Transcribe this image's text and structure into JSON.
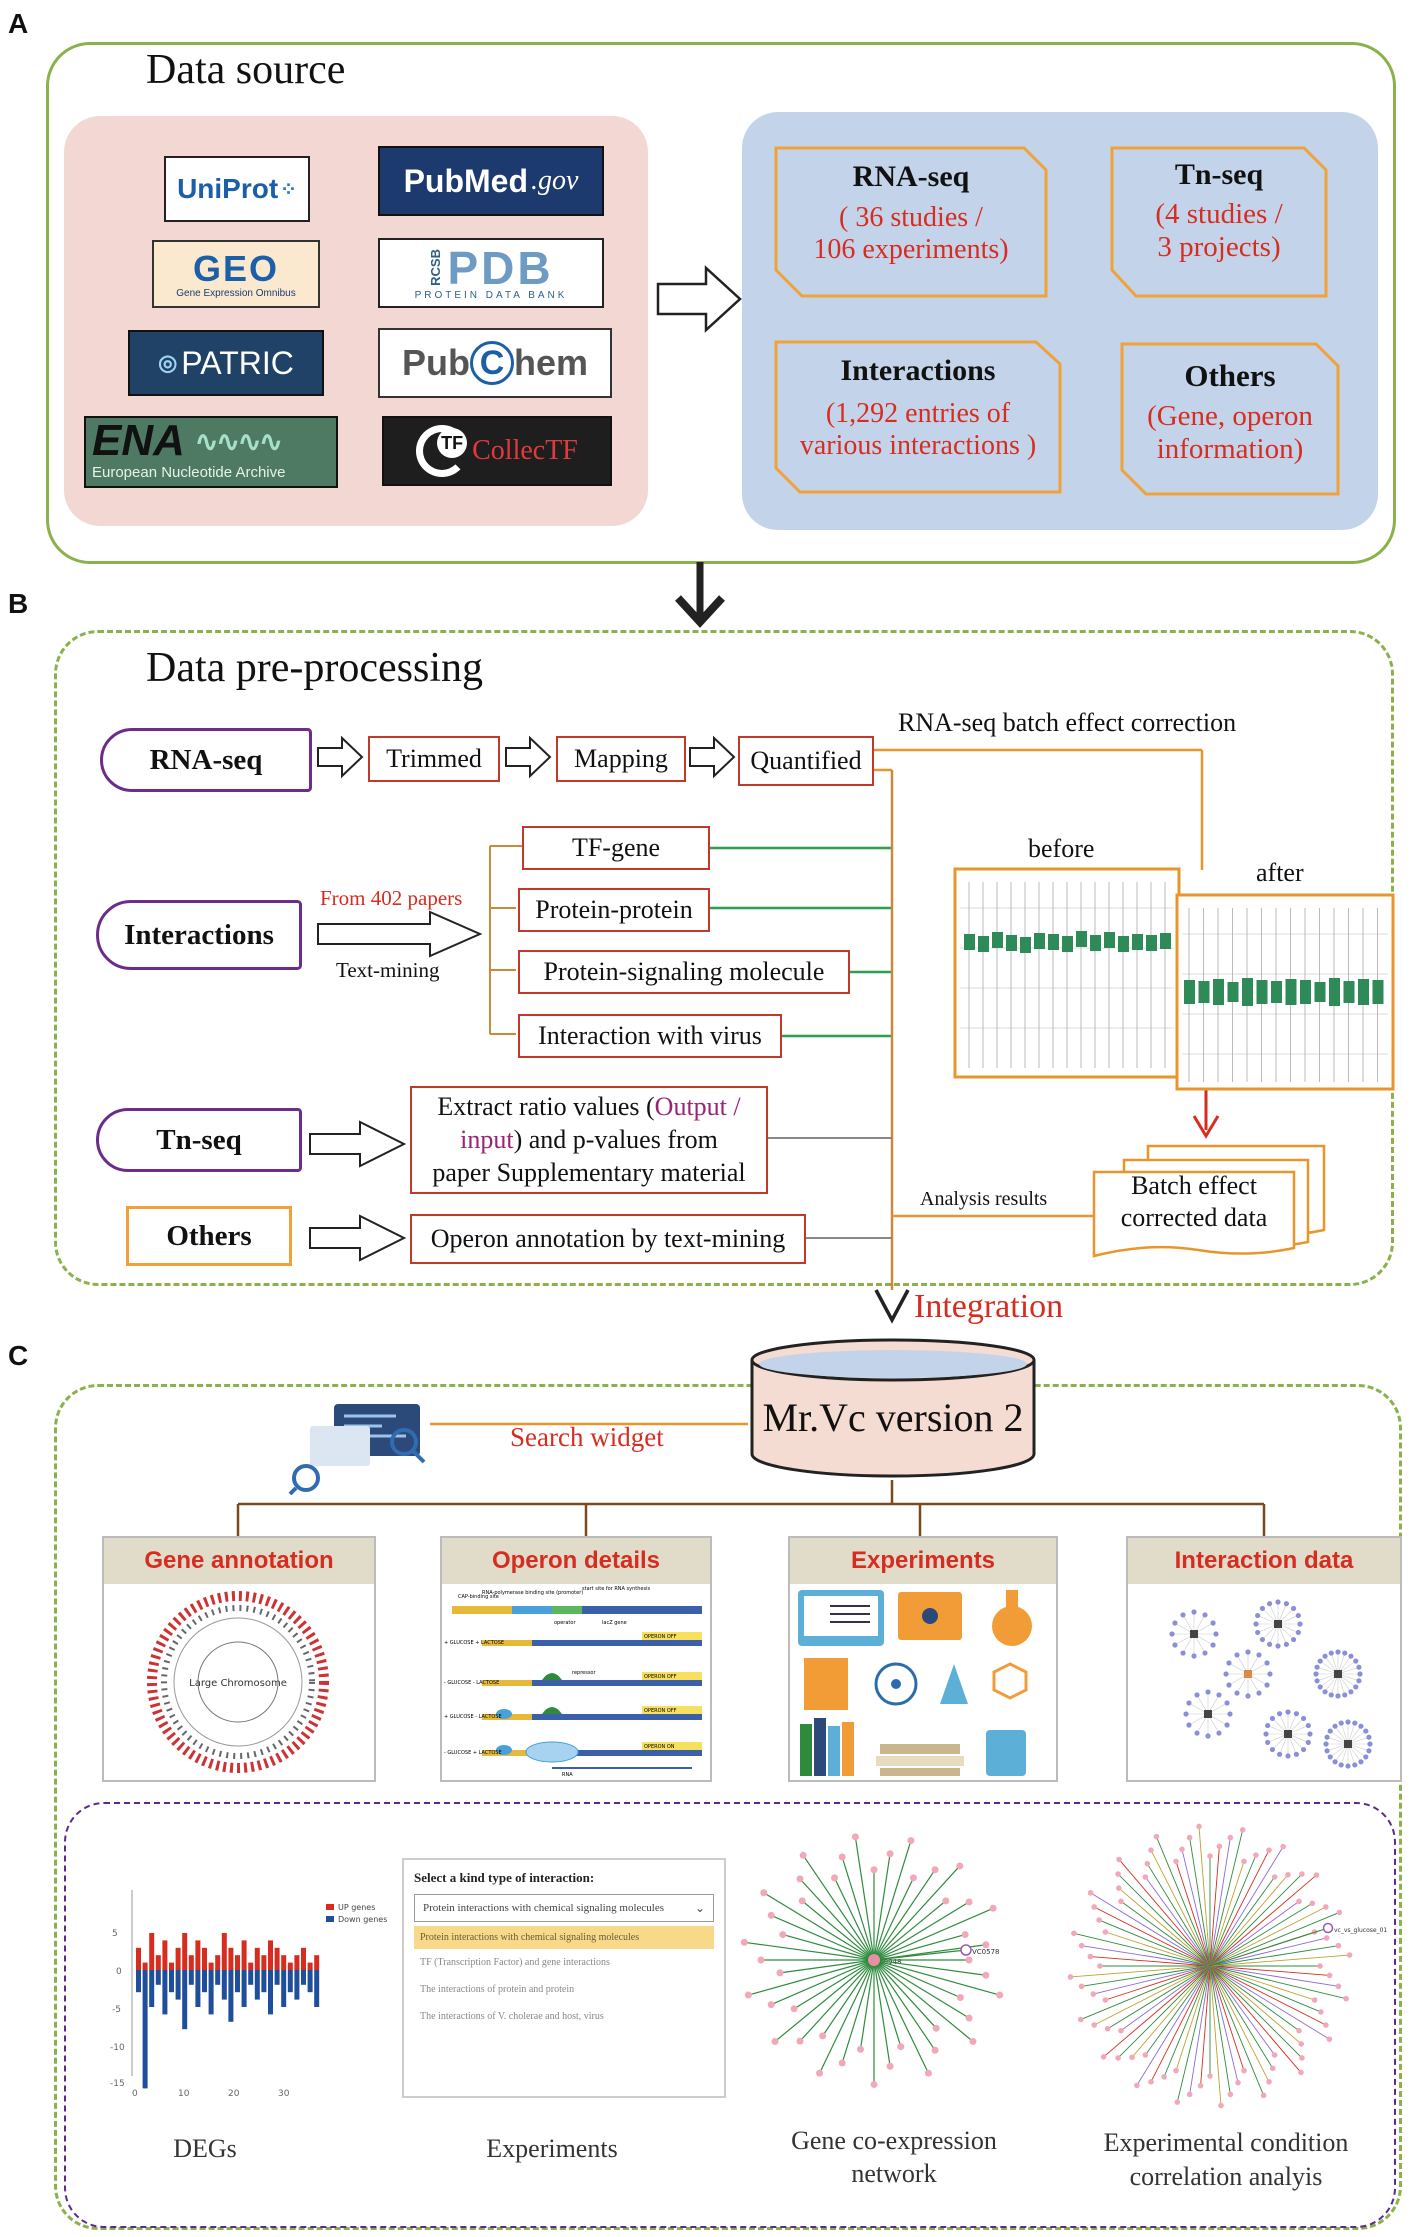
{
  "panels": {
    "a": "A",
    "b": "B",
    "c": "C"
  },
  "panel_a": {
    "title": "Data source",
    "logos": {
      "uniprot": "UniProt",
      "pubmed_a": "Pub",
      "pubmed_b": "Med",
      "pubmed_c": ".gov",
      "geo": "GEO",
      "geo_sub": "Gene Expression Omnibus",
      "rcsb": "RCSB",
      "pdb": "PDB",
      "pdb_sub": "PROTEIN DATA BANK",
      "patric": "PATRIC",
      "pubchem_a": "Pub",
      "pubchem_b": "C",
      "pubchem_c": "hem",
      "ena": "ENA",
      "ena_sub": "European Nucleotide Archive",
      "tf": "TF",
      "collectf": "CollecTF"
    },
    "rnaseq": {
      "title": "RNA-seq",
      "line1": "( 36 studies /",
      "line2": "106 experiments)"
    },
    "tnseq": {
      "title": "Tn-seq",
      "line1": "(4 studies /",
      "line2": "3 projects)"
    },
    "interactions": {
      "title": "Interactions",
      "line1": "(1,292 entries of",
      "line2": "various interactions )"
    },
    "others": {
      "title": "Others",
      "line1": "(Gene, operon",
      "line2": "information)"
    }
  },
  "panel_b": {
    "title": "Data pre-processing",
    "rnaseq": "RNA-seq",
    "trimmed": "Trimmed",
    "mapping": "Mapping",
    "quantified": "Quantified",
    "batch_label": "RNA-seq batch effect correction",
    "interactions": "Interactions",
    "from_papers": "From 402 papers",
    "text_mining": "Text-mining",
    "tf_gene": "TF-gene",
    "protein_protein": "Protein-protein",
    "protein_signaling": "Protein-signaling molecule",
    "interaction_virus": "Interaction with virus",
    "before": "before",
    "after": "after",
    "tnseq": "Tn-seq",
    "extract_1": "Extract ratio values (",
    "extract_output": "Output /",
    "extract_input": "input",
    "extract_2": ") and p-values from",
    "extract_3": "paper Supplementary material",
    "others": "Others",
    "operon": "Operon annotation by text-mining",
    "analysis_results": "Analysis results",
    "batch_corrected_1": "Batch effect",
    "batch_corrected_2": "corrected data",
    "integration": "Integration"
  },
  "panel_c": {
    "database": "Mr.Vc version 2",
    "search_widget": "Search widget",
    "cards": [
      "Gene annotation",
      "Operon details",
      "Experiments",
      "Interaction data"
    ],
    "operon_labels": {
      "rna_pol": "RNA-polymerase binding site (promoter)",
      "start": "start site for RNA synthesis",
      "cap": "CAP-binding site",
      "operator": "operator",
      "lacz": "lacZ gene",
      "glucose1": "+ GLUCOSE\n+ LACTOSE",
      "glucose2": "- GLUCOSE\n- LACTOSE",
      "glucose3": "+ GLUCOSE\n- LACTOSE",
      "glucose4": "- GLUCOSE\n+ LACTOSE",
      "off1": "OPERON OFF",
      "off2": "OPERON OFF",
      "off3": "OPERON OFF",
      "on": "OPERON ON",
      "repressor": "repressor",
      "rna": "RNA"
    },
    "gene_annotation": {
      "chromosome": "Large Chromosome"
    },
    "degs": {
      "legend_up": "UP genes",
      "legend_down": "Down genes",
      "yticks": [
        "5",
        "0",
        "-5",
        "-10",
        "-15"
      ],
      "xticks": [
        "0",
        "10",
        "20",
        "30"
      ],
      "caption": "DEGs"
    },
    "dropdown": {
      "title": "Select a kind type of interaction:",
      "selected": "Protein interactions with chemical signaling molecules",
      "options": [
        "Protein interactions with chemical signaling molecules",
        "TF (Transcription Factor) and gene interactions",
        "The interactions of protein and protein",
        "The interactions of V. cholerae and host, virus"
      ],
      "caption": "Experiments"
    },
    "network": {
      "node_label": "VC0578",
      "center_label": "VC0948",
      "caption_1": "Gene co-expression",
      "caption_2": "network"
    },
    "correlation": {
      "node_label": "vc_vs_glucose_01",
      "caption_1": "Experimental condition",
      "caption_2": "correlation analyis"
    }
  },
  "colors": {
    "green_border": "#8ab14b",
    "pink_bg": "#f3d7d2",
    "blue_bg": "#c3d4ea",
    "orange": "#f0a23a",
    "purple": "#6b2c8c",
    "red": "#d62d20",
    "box_green": "#2e8b57"
  },
  "degs_chart_data": {
    "type": "bar",
    "series": [
      {
        "name": "UP genes",
        "color": "#d62d20",
        "values": [
          3,
          1,
          5,
          2,
          4,
          1,
          3,
          5,
          2,
          4,
          3,
          1,
          2,
          5,
          3,
          2,
          4,
          1,
          3,
          2,
          4,
          3,
          2,
          1,
          2,
          3,
          1,
          2
        ]
      },
      {
        "name": "Down genes",
        "color": "#1f4e9a",
        "values": [
          -3,
          -16,
          -5,
          -2,
          -6,
          -3,
          -4,
          -8,
          -2,
          -5,
          -3,
          -6,
          -2,
          -4,
          -7,
          -3,
          -5,
          -2,
          -4,
          -3,
          -6,
          -2,
          -5,
          -3,
          -4,
          -2,
          -3,
          -5
        ]
      }
    ]
  }
}
